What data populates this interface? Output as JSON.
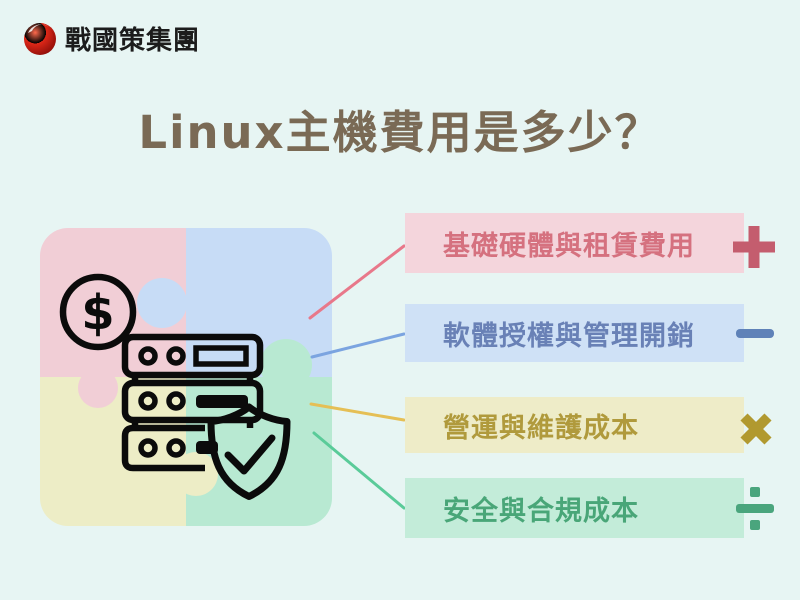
{
  "logo": {
    "brand_text": "戰國策集團",
    "icon": "red-sphere-logo"
  },
  "title": "Linux主機費用是多少？",
  "title_color": "#7a6a55",
  "background_color": "#e7f5f3",
  "puzzle": {
    "dollar_glyph": "$",
    "icons": [
      "dollar-circle",
      "server-stack",
      "shield-check"
    ],
    "piece_colors": {
      "top_left": "#f1ced6",
      "top_right": "#c7dcf6",
      "bottom_left": "#ededc6",
      "bottom_right": "#b8e9d2"
    }
  },
  "cost_items": [
    {
      "label": "基礎硬體與租賃費用",
      "operator": "plus",
      "bg": "#f4d5dc",
      "text_color": "#d5717f",
      "line_color": "#e8788a"
    },
    {
      "label": "軟體授權與管理開銷",
      "operator": "minus",
      "bg": "#cfe1f6",
      "text_color": "#6981b6",
      "line_color": "#7ba4e0"
    },
    {
      "label": "營運與維護成本",
      "operator": "multiply",
      "bg": "#eeecc8",
      "text_color": "#b09a3c",
      "line_color": "#e5bf55"
    },
    {
      "label": "安全與合規成本",
      "operator": "divide",
      "bg": "#c3ecd9",
      "text_color": "#49a678",
      "line_color": "#5acb99"
    }
  ]
}
